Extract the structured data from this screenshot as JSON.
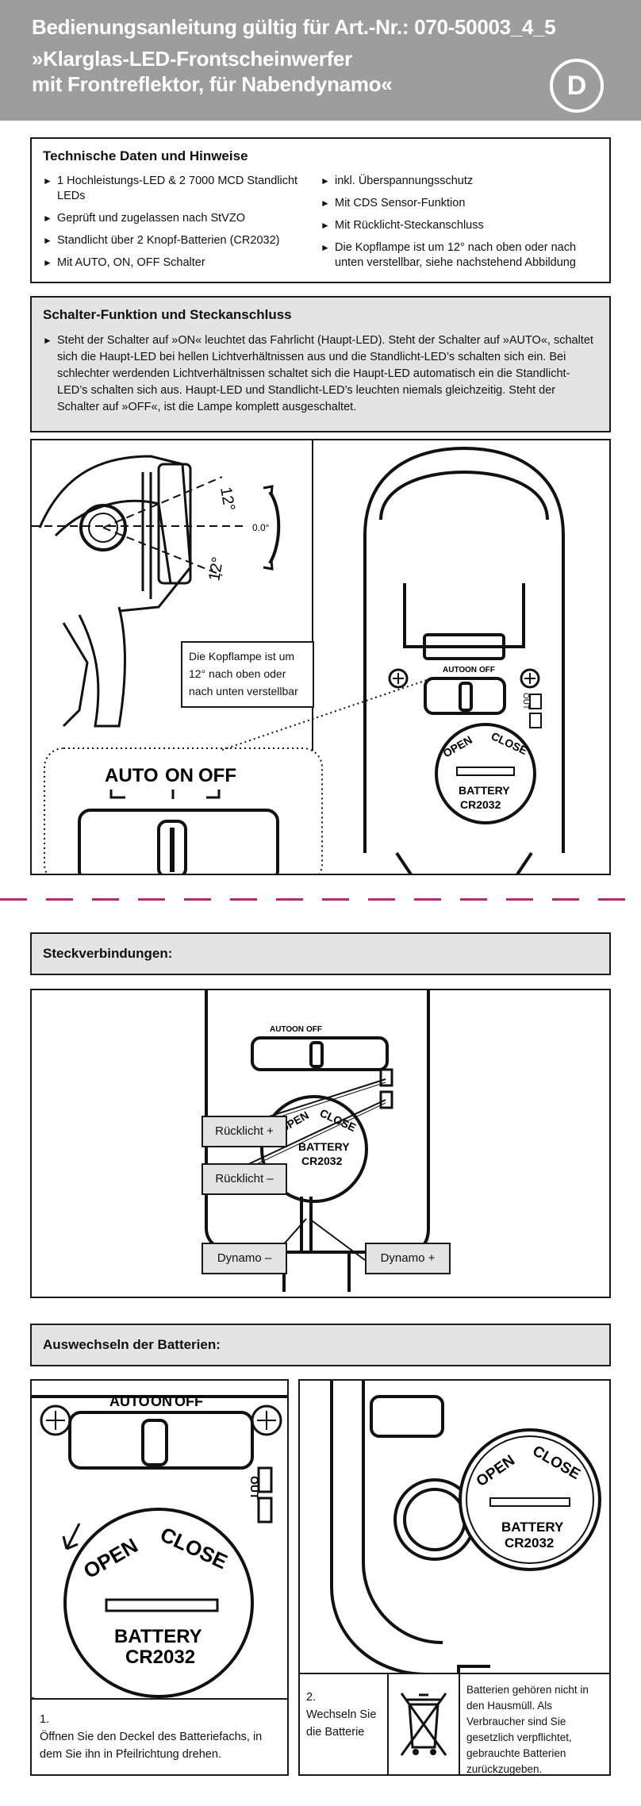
{
  "header": {
    "line1": "Bedienungsanleitung gültig für Art.-Nr.: 070-50003_4_5",
    "line2": "»Klarglas-LED-Frontscheinwerfer",
    "line3": "mit Frontreflektor, für Nabendynamo«",
    "language_badge": "D"
  },
  "tech": {
    "title": "Technische Daten und Hinweise",
    "left": [
      "1 Hochleistungs-LED & 2 7000 MCD Standlicht LEDs",
      "Geprüft und zugelassen nach StVZO",
      "Standlicht über 2 Knopf-Batterien (CR2032)",
      "Mit AUTO, ON, OFF Schalter"
    ],
    "right": [
      "inkl. Überspannungsschutz",
      "Mit CDS Sensor-Funktion",
      "Mit Rücklicht-Steckanschluss",
      "Die Kopflampe ist um 12° nach oben oder nach unten verstellbar, siehe nachstehend Abbildung"
    ]
  },
  "switch": {
    "title": "Schalter-Funktion und Steckanschluss",
    "text": "Steht der Schalter auf »ON« leuchtet das Fahrlicht (Haupt-LED). Steht der Schalter auf »AUTO«, schaltet sich die Haupt-LED bei hellen Lichtverhältnissen aus und die Standlicht-LED’s schalten sich ein. Bei schlechter werdenden Lichtverhältnissen schaltet sich die Haupt-LED automatisch ein die Standlicht-LED’s schalten sich aus. Haupt-LED und Standlicht-LED’s leuchten niemals gleichzeitig. Steht der Schalter auf »OFF«, ist die Lampe komplett ausgeschaltet."
  },
  "figure1": {
    "angle_up": "12°",
    "angle_down": "12°",
    "angle_zero": "0.0°",
    "caption": "Die Kopflampe ist um 12° nach oben oder nach unten verstellbar",
    "switch_labels": {
      "auto": "AUTO",
      "on": "ON",
      "off": "OFF"
    },
    "lid_open": "OPEN",
    "lid_close": "CLOSE",
    "battery": "BATTERY",
    "battery_type": "CR2032",
    "out_label": "OUT"
  },
  "connections": {
    "title": "Steckverbindungen:",
    "rear_plus": "Rücklicht +",
    "rear_minus": "Rücklicht –",
    "dynamo_minus": "Dynamo –",
    "dynamo_plus": "Dynamo +"
  },
  "battery_change": {
    "title": "Auswechseln der Batterien:",
    "step1": "1.\nÖffnen Sie den Deckel des Batteriefachs, in dem Sie ihn in Pfeilrichtung drehen.",
    "step2": "2.\nWechseln Sie die Batterie",
    "disposal_note": "Batterien gehören nicht in den Hausmüll. Als Verbraucher sind Sie gesetzlich verpflichtet, gebrauchte Batterien zurückzugeben."
  },
  "colors": {
    "header_bg": "#9d9d9d",
    "box_gray": "#e4e4e4",
    "divider": "#b52a71"
  }
}
